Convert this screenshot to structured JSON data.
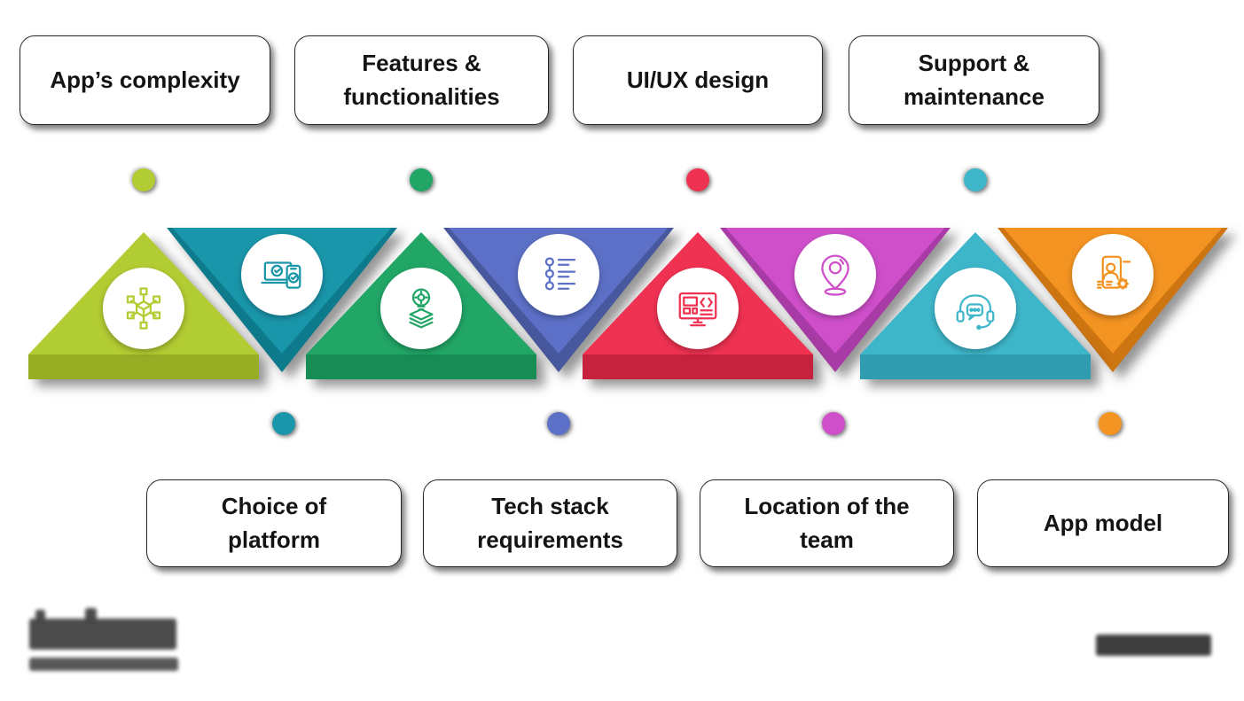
{
  "items": [
    {
      "label": "App’s complexity",
      "row": "top",
      "color": "#b2cc33",
      "dark": "#97ad24",
      "icon": "network-icon"
    },
    {
      "label": "Choice of\nplatform",
      "row": "bottom",
      "color": "#1a96aa",
      "dark": "#0e7b8d",
      "icon": "devices-check-icon"
    },
    {
      "label": "Features &\nfunctionalities",
      "row": "top",
      "color": "#21a666",
      "dark": "#178c54",
      "icon": "bulb-layers-icon"
    },
    {
      "label": "Tech stack\nrequirements",
      "row": "bottom",
      "color": "#5c70c7",
      "dark": "#47589e",
      "icon": "timeline-list-icon"
    },
    {
      "label": "UI/UX design",
      "row": "top",
      "color": "#ef3252",
      "dark": "#c6223e",
      "icon": "monitor-code-icon"
    },
    {
      "label": "Location of the\nteam",
      "row": "bottom",
      "color": "#cf4fcb",
      "dark": "#a93ba6",
      "icon": "location-pin-icon"
    },
    {
      "label": "Support &\nmaintenance",
      "row": "top",
      "color": "#3eb6ca",
      "dark": "#2f9cb0",
      "icon": "headset-chat-icon"
    },
    {
      "label": "App model",
      "row": "bottom",
      "color": "#f39322",
      "dark": "#cc7511",
      "icon": "phone-user-gear-icon"
    }
  ],
  "footer": {
    "left_logo": "illegible (pixelated company logo)",
    "left_tagline": "illegible (pixelated tagline)",
    "right_watermark": "illegible (pixelated watermark)"
  }
}
